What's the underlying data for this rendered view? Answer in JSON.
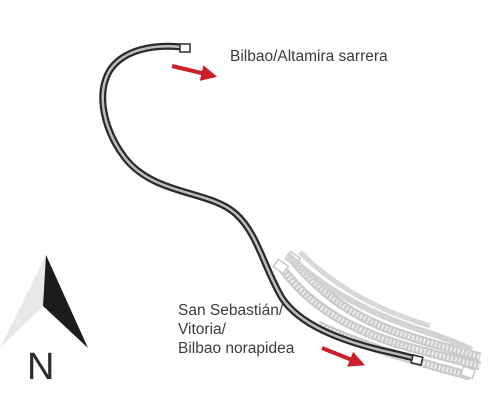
{
  "labels": {
    "top_destination": "Bilbao/Altamira sarrera",
    "bottom_destination": [
      "San Sebastián/",
      "Vitoria/",
      "Bilbao norapidea"
    ]
  },
  "compass": {
    "letter": "N"
  },
  "colors": {
    "track_active": "#2a2a2a",
    "track_inactive": "#c9c9c9",
    "arrow": "#cc1f2a",
    "text": "#3c3c3c"
  },
  "icons": {
    "arrow_top": "arrow-right-icon",
    "arrow_bottom": "arrow-right-icon",
    "compass": "north-arrow-icon"
  }
}
